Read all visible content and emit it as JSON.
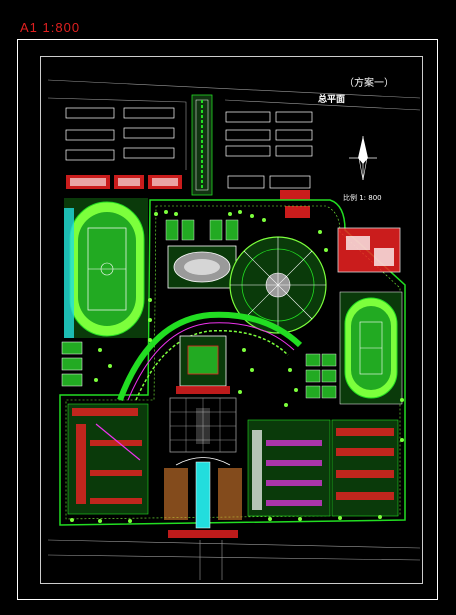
{
  "sheet": {
    "label": "A1   1:800"
  },
  "plan": {
    "scheme": "（方案一）",
    "title": "总平面",
    "scale": "比例  1: 800"
  },
  "colors": {
    "background": "#000000",
    "green": "#22dd22",
    "light_green": "#7cff3c",
    "cyan": "#22dddd",
    "magenta": "#ee33ee",
    "red": "#ee2222",
    "white": "#ffffff",
    "gray": "#9a9a9a"
  }
}
